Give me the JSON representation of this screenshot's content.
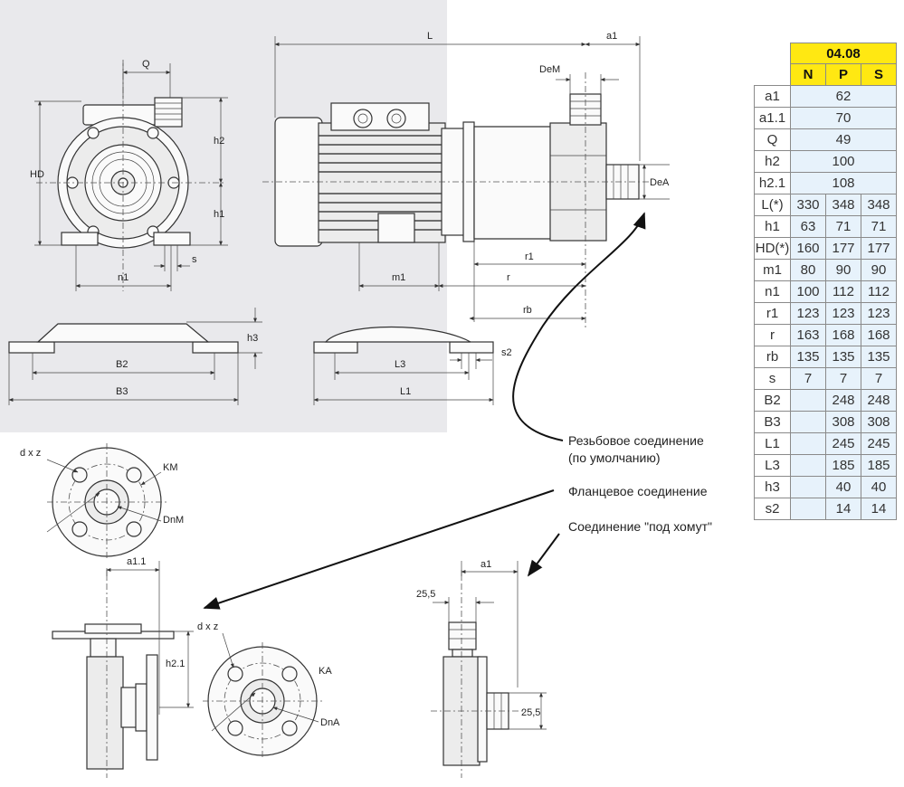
{
  "drawing_labels": {
    "Q": "Q",
    "HD": "HD",
    "h2": "h2",
    "h1": "h1",
    "n1": "n1",
    "s": "s",
    "L": "L",
    "a1": "a1",
    "DeM": "DeM",
    "DeA": "DeA",
    "r1": "r1",
    "m1": "m1",
    "r": "r",
    "rb": "rb",
    "h3": "h3",
    "B2": "B2",
    "B3": "B3",
    "L3": "L3",
    "s2": "s2",
    "L1": "L1",
    "dxz": "d x z",
    "KM": "KM",
    "DnM": "DnM",
    "a11": "a1.1",
    "h21": "h2.1",
    "KA": "KA",
    "DnA": "DnA",
    "a1b": "a1",
    "w255a": "25,5",
    "w255b": "25,5"
  },
  "notes": {
    "threaded_line1": "Резьбовое соединение",
    "threaded_line2": "(по умолчанию)",
    "flanged": "Фланцевое соединение",
    "clamp": "Соединение \"под хомут\""
  },
  "table": {
    "model": "04.08",
    "variants": [
      "N",
      "P",
      "S"
    ],
    "rows": [
      {
        "name": "a1",
        "merged": "62"
      },
      {
        "name": "a1.1",
        "merged": "70"
      },
      {
        "name": "Q",
        "merged": "49"
      },
      {
        "name": "h2",
        "merged": "100"
      },
      {
        "name": "h2.1",
        "merged": "108"
      },
      {
        "name": "L(*)",
        "values": [
          "330",
          "348",
          "348"
        ]
      },
      {
        "name": "h1",
        "values": [
          "63",
          "71",
          "71"
        ]
      },
      {
        "name": "HD(*)",
        "values": [
          "160",
          "177",
          "177"
        ]
      },
      {
        "name": "m1",
        "values": [
          "80",
          "90",
          "90"
        ]
      },
      {
        "name": "n1",
        "values": [
          "100",
          "112",
          "112"
        ]
      },
      {
        "name": "r1",
        "values": [
          "123",
          "123",
          "123"
        ]
      },
      {
        "name": "r",
        "values": [
          "163",
          "168",
          "168"
        ]
      },
      {
        "name": "rb",
        "values": [
          "135",
          "135",
          "135"
        ]
      },
      {
        "name": "s",
        "values": [
          "7",
          "7",
          "7"
        ]
      },
      {
        "name": "B2",
        "values": [
          "",
          "248",
          "248"
        ]
      },
      {
        "name": "B3",
        "values": [
          "",
          "308",
          "308"
        ]
      },
      {
        "name": "L1",
        "values": [
          "",
          "245",
          "245"
        ]
      },
      {
        "name": "L3",
        "values": [
          "",
          "185",
          "185"
        ]
      },
      {
        "name": "h3",
        "values": [
          "",
          "40",
          "40"
        ]
      },
      {
        "name": "s2",
        "values": [
          "",
          "14",
          "14"
        ]
      }
    ]
  }
}
